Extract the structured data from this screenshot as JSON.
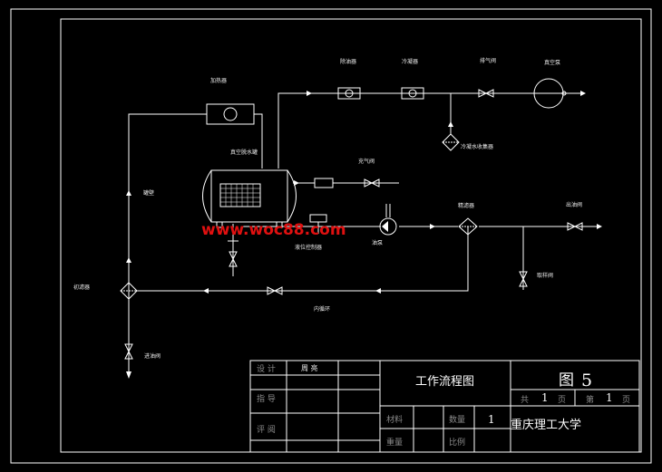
{
  "diagram": {
    "labels": {
      "heater": "加热器",
      "vacuum_drum": "真空脱水罐",
      "tank_wall": "罐壁",
      "filter1": "除油器",
      "cooler": "冷凝器",
      "exhaust_valve": "排气阀",
      "vacuum_pump": "真空泵",
      "condensate_collector": "冷凝水收集器",
      "inflate_valve": "充气阀",
      "fine_filter": "精滤器",
      "outlet_valve": "出油阀",
      "level_controller": "液位控制器",
      "oil_pump": "油泵",
      "drain_valve": "取样阀",
      "primary_filter": "初滤器",
      "inner_cycle": "内循环",
      "inlet_valve": "进油阀"
    },
    "watermark": "www.woc88.com"
  },
  "title_block": {
    "design": "设 计",
    "design_name": "周 亮",
    "check": "指 导",
    "review": "评 阅",
    "drawing_name": "工作流程图",
    "material": "材料",
    "quantity_label": "数量",
    "quantity_value": "1",
    "weight": "重量",
    "scale": "比例",
    "figure_label": "图",
    "figure_no": "5",
    "total_label": "共",
    "total_value": "1",
    "page_unit": "页",
    "sheet_label": "第",
    "sheet_value": "1",
    "page_unit2": "页",
    "school": "重庆理工大学"
  }
}
